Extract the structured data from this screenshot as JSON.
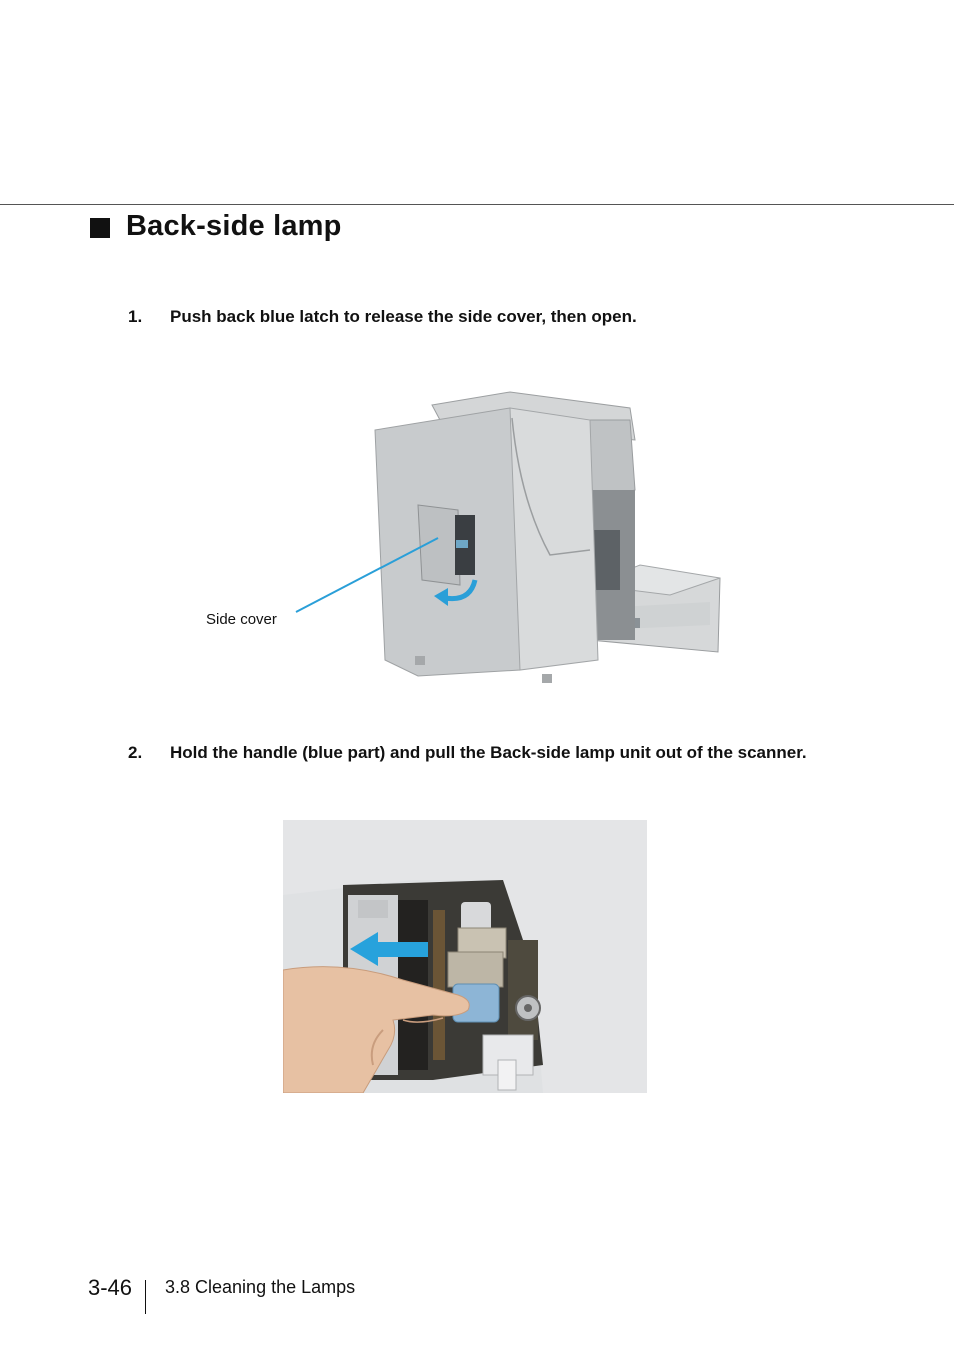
{
  "section": {
    "title": "Back-side lamp"
  },
  "steps": [
    {
      "number": "1.",
      "text": "Push back blue latch to release the side cover, then open."
    },
    {
      "number": "2.",
      "text": "Hold the handle (blue part) and pull the Back-side lamp unit out of the scanner."
    }
  ],
  "figure1": {
    "callout": "Side cover"
  },
  "footer": {
    "page_number": "3-46",
    "section_name": "3.8 Cleaning the Lamps"
  },
  "colors": {
    "accent_blue": "#2a9fd8",
    "scanner_body": "#c9ccce"
  }
}
